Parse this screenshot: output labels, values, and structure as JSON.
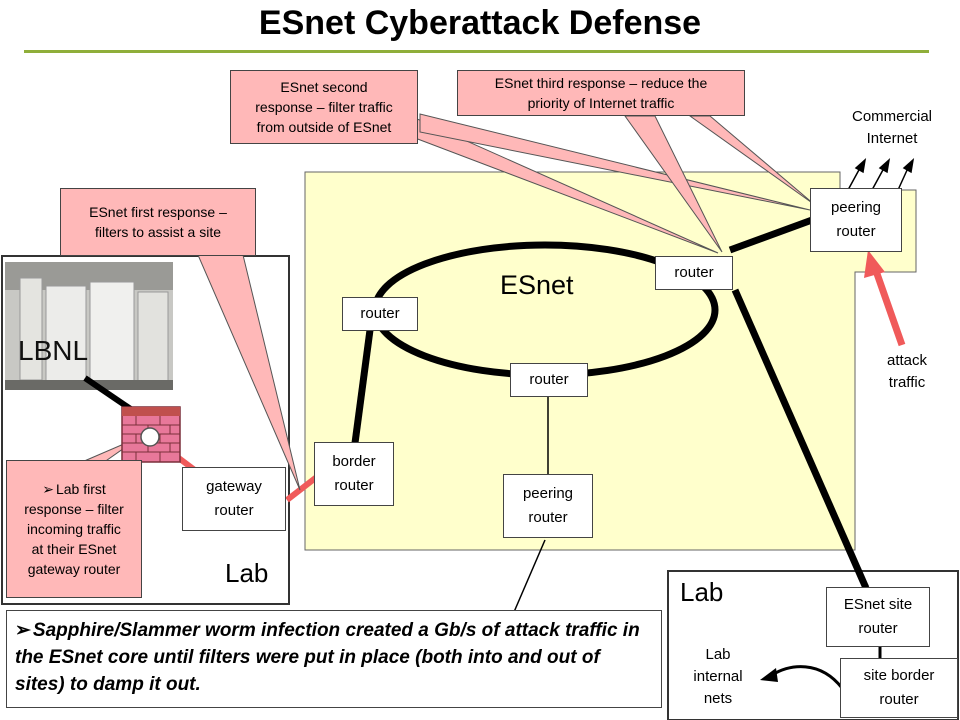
{
  "title": "ESnet Cyberattack Defense",
  "regions": {
    "esnet": "ESnet",
    "lbnl": "LBNL",
    "lab_left": "Lab",
    "lab_right": "Lab"
  },
  "nodes": {
    "router_left": "router",
    "router_top_right": "router",
    "router_bottom": "router",
    "peering_router_top": "peering\nrouter",
    "peering_router_bottom": "peering\nrouter",
    "border_router": "border\nrouter",
    "gateway_router": "gateway\nrouter",
    "esnet_site_router": "ESnet site\nrouter",
    "site_border_router": "site border\nrouter"
  },
  "labels": {
    "commercial_internet": "Commercial\nInternet",
    "attack_traffic": "attack\ntraffic",
    "lab_internal_nets": "Lab\ninternal\nnets"
  },
  "callouts": {
    "first": "ESnet first response –\nfilters to assist a site",
    "second": "ESnet second\nresponse – filter traffic\nfrom outside of ESnet",
    "third": "ESnet third response – reduce the\npriority of Internet traffic",
    "lab_first": "Lab first\nresponse – filter\nincoming traffic\nat their ESnet\ngateway router"
  },
  "note": "Sapphire/Slammer worm infection created a Gb/s of attack traffic in the ESnet core until filters were put in place (both into and out of sites) to damp it out.",
  "colors": {
    "esnet_fill": "#ffffcc",
    "callout_fill": "#ffb8b8",
    "attack_arrow": "#f05a5a",
    "title_rule": "#8fae3a",
    "firewall_brick": "#e06a8a"
  },
  "icons": {
    "bullet": "arrow-bullet-icon",
    "lbnl_photo": "server-cabinet-photo",
    "firewall": "brick-firewall-icon"
  }
}
